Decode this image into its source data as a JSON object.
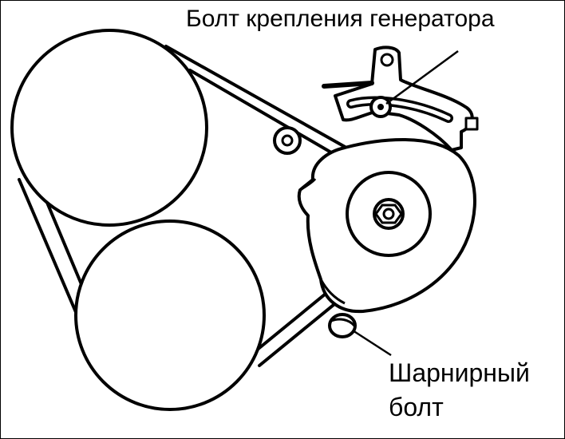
{
  "labels": {
    "alternator_bolt": "Болт крепления генератора",
    "pivot_bolt_line1": "Шарнирный",
    "pivot_bolt_line2": "болт"
  },
  "colors": {
    "ink": "#000000",
    "paper": "#ffffff"
  }
}
